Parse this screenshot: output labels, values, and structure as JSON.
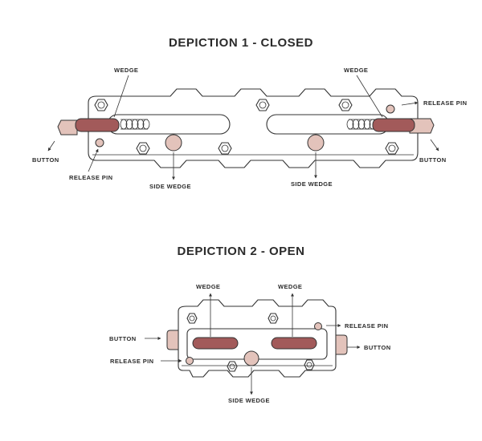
{
  "depiction1": {
    "title": "DEPICTION 1 - CLOSED",
    "labels": {
      "wedge_left": "WEDGE",
      "wedge_right": "WEDGE",
      "release_pin_right": "RELEASE PIN",
      "release_pin_left": "RELEASE PIN",
      "button_left": "BUTTON",
      "button_right": "BUTTON",
      "side_wedge_left": "SIDE WEDGE",
      "side_wedge_right": "SIDE WEDGE"
    }
  },
  "depiction2": {
    "title": "DEPICTION 2 - OPEN",
    "labels": {
      "wedge_left": "WEDGE",
      "wedge_right": "WEDGE",
      "button_left": "BUTTON",
      "button_right": "BUTTON",
      "release_pin_right": "RELEASE PIN",
      "release_pin_left": "RELEASE PIN",
      "side_wedge": "SIDE WEDGE"
    }
  },
  "colors": {
    "wedge": "#a25a5a",
    "pin": "#e3c3bb",
    "outline": "#333333"
  }
}
